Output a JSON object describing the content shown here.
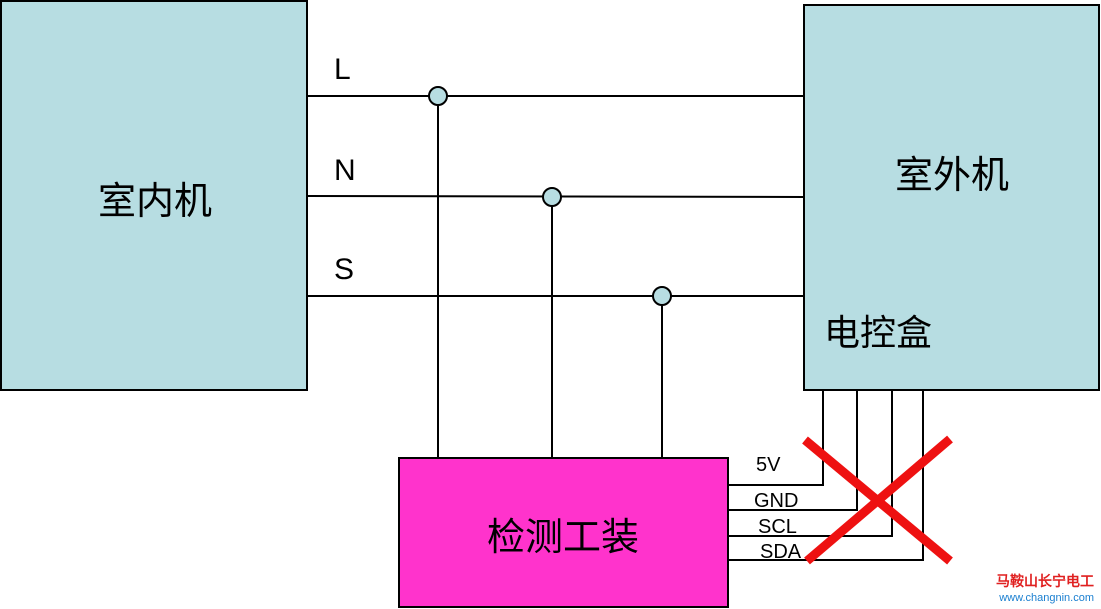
{
  "indoor_unit": {
    "label": "室内机"
  },
  "outdoor_unit": {
    "label": "室外机",
    "sublabel": "电控盒"
  },
  "tester": {
    "label": "检测工装"
  },
  "lines": {
    "L": "L",
    "N": "N",
    "S": "S"
  },
  "signals": [
    "5V",
    "GND",
    "SCL",
    "SDA"
  ],
  "watermark": {
    "name": "马鞍山长宁电工",
    "url": "www.changnin.com"
  },
  "colors": {
    "box": "#b7dde2",
    "tester": "#ff33cc",
    "cross": "#ee1111",
    "node": "#b7dde2"
  }
}
